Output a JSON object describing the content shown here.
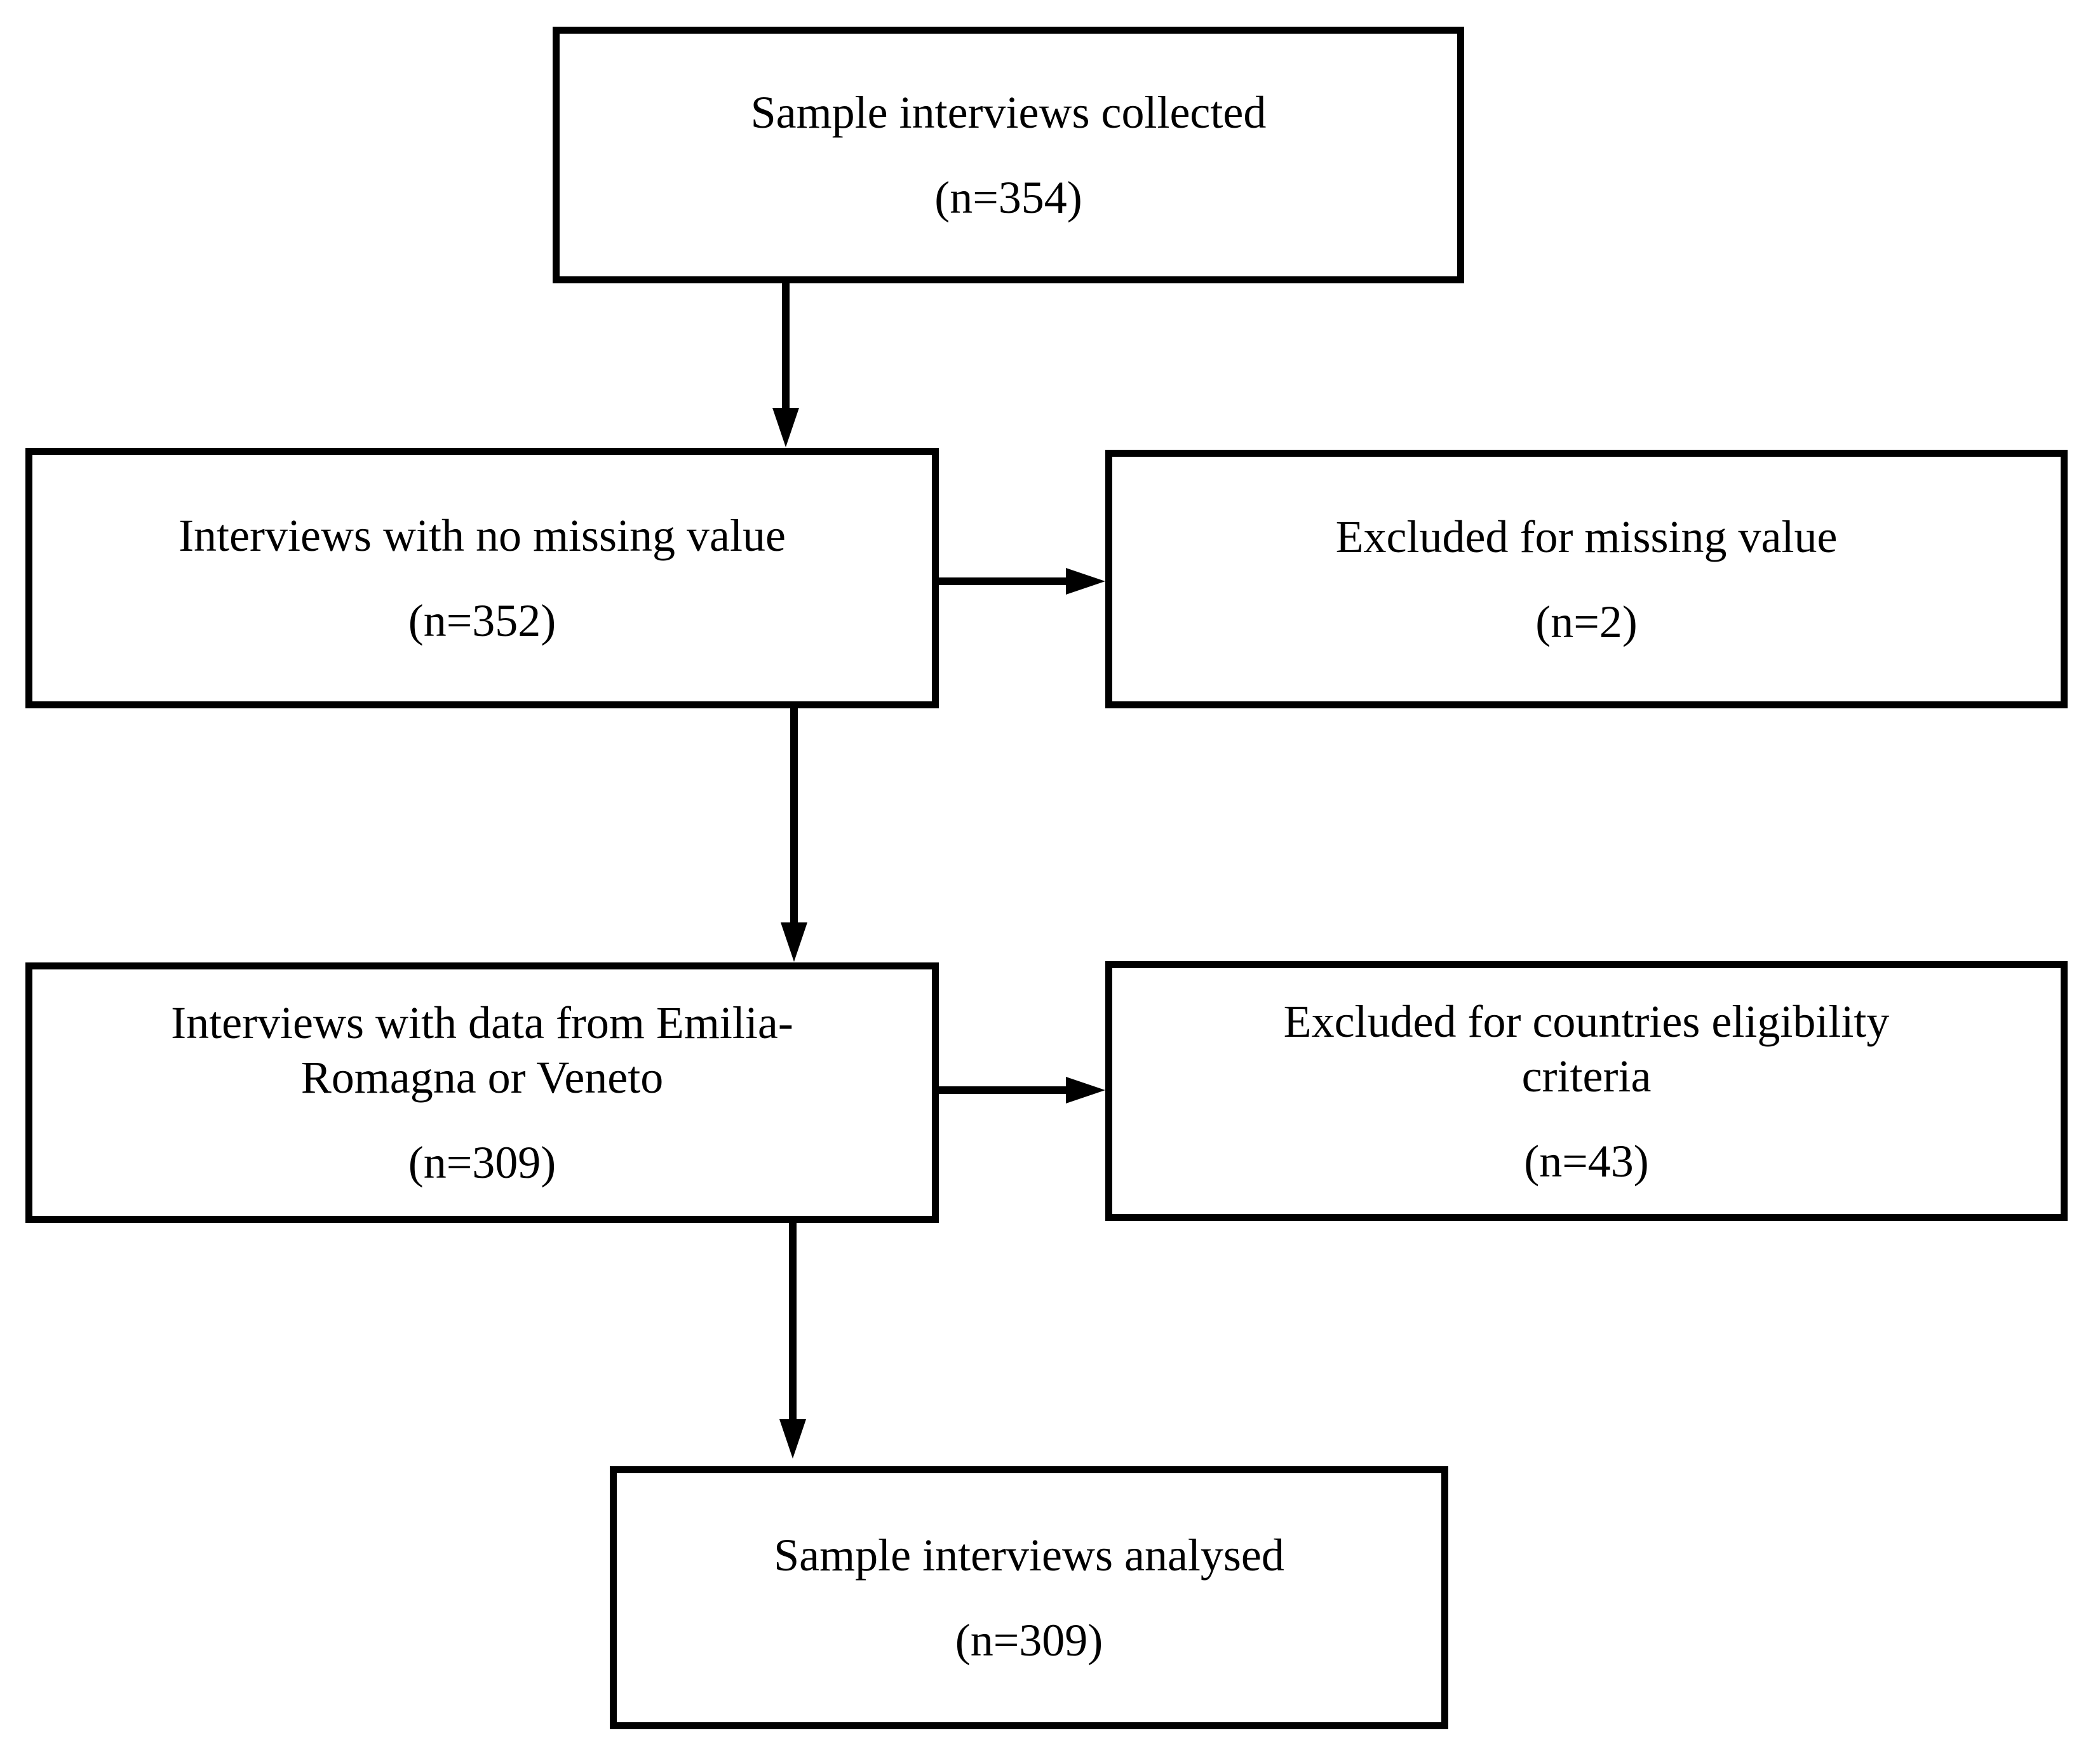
{
  "diagram": {
    "type": "flowchart",
    "colors": {
      "background": "#ffffff",
      "line": "#000000",
      "text": "#000000"
    },
    "nodes": {
      "top": {
        "label": "Sample interviews collected",
        "n": "(n=354)"
      },
      "row2_left": {
        "label": "Interviews with no missing value",
        "n": "(n=352)"
      },
      "row2_right": {
        "label": "Excluded for missing value",
        "n": "(n=2)"
      },
      "row3_left": {
        "label": "Interviews with data from Emilia-Romagna or Veneto",
        "n": "(n=309)"
      },
      "row3_right": {
        "label": "Excluded for countries eligibility criteria",
        "n": "(n=43)"
      },
      "bottom": {
        "label": "Sample interviews analysed",
        "n": "(n=309)"
      }
    },
    "edges": [
      {
        "from": "top",
        "to": "row2_left",
        "direction": "down"
      },
      {
        "from": "row2_left",
        "to": "row2_right",
        "direction": "right"
      },
      {
        "from": "row2_left",
        "to": "row3_left",
        "direction": "down"
      },
      {
        "from": "row3_left",
        "to": "row3_right",
        "direction": "right"
      },
      {
        "from": "row3_left",
        "to": "bottom",
        "direction": "down"
      }
    ]
  }
}
